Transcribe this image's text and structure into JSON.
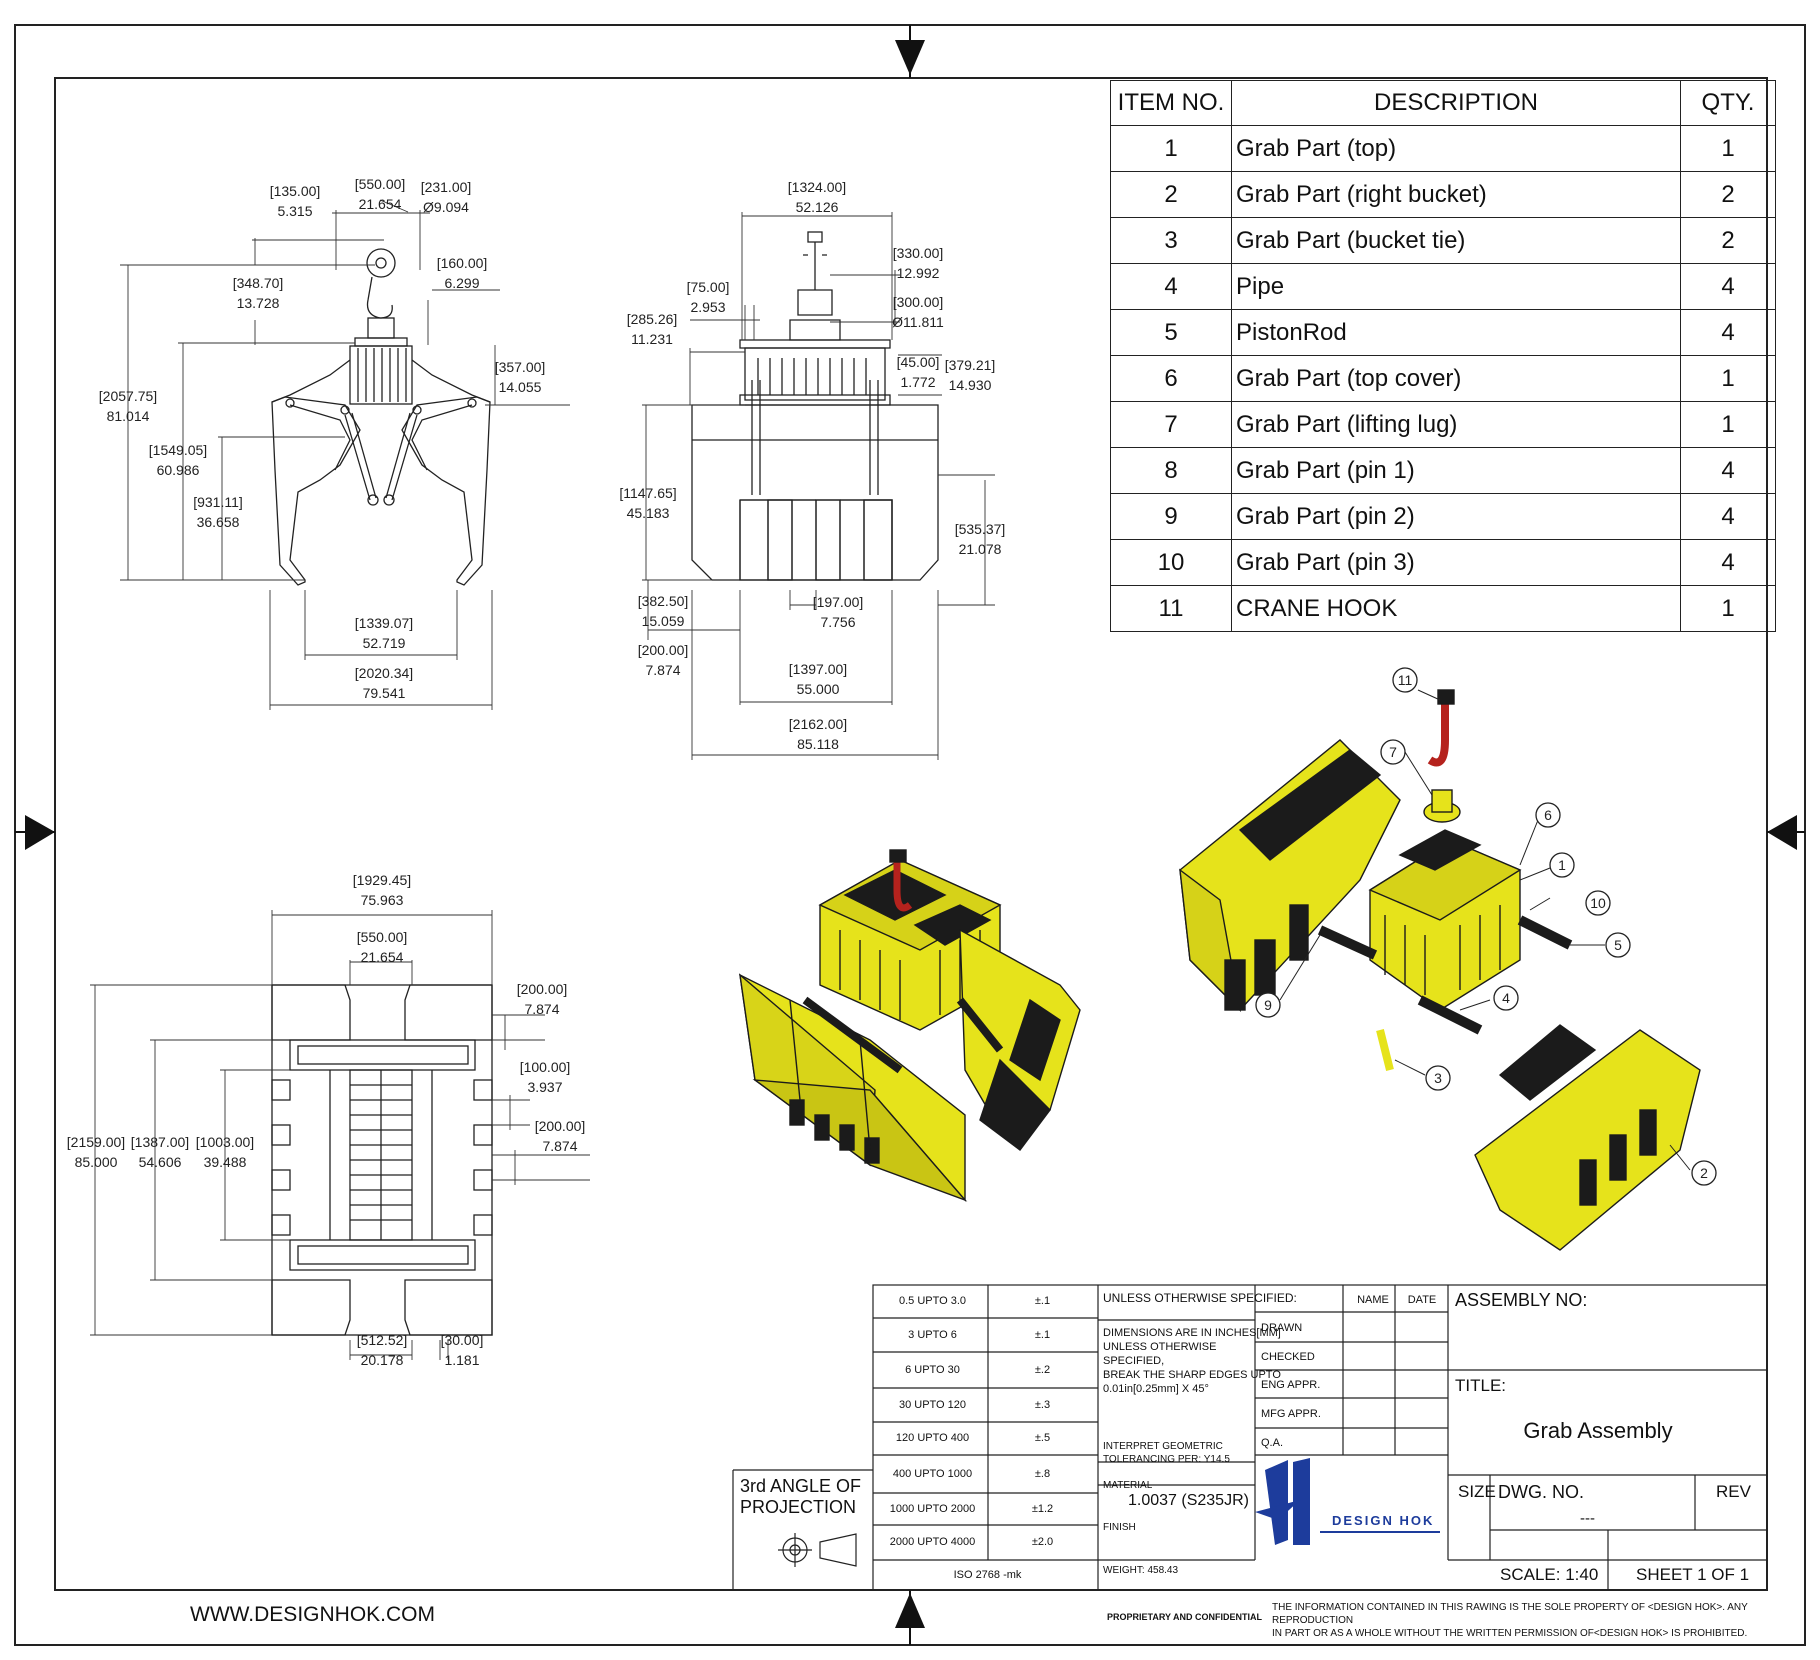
{
  "website": "WWW.DESIGNHOK.COM",
  "bom": {
    "headers": [
      "ITEM NO.",
      "DESCRIPTION",
      "QTY."
    ],
    "rows": [
      {
        "item": "1",
        "description": "Grab Part (top)",
        "qty": "1"
      },
      {
        "item": "2",
        "description": "Grab Part (right bucket)",
        "qty": "2"
      },
      {
        "item": "3",
        "description": "Grab Part (bucket tie)",
        "qty": "2"
      },
      {
        "item": "4",
        "description": "Pipe",
        "qty": "4"
      },
      {
        "item": "5",
        "description": "PistonRod",
        "qty": "4"
      },
      {
        "item": "6",
        "description": "Grab Part (top cover)",
        "qty": "1"
      },
      {
        "item": "7",
        "description": "Grab Part (lifting lug)",
        "qty": "1"
      },
      {
        "item": "8",
        "description": "Grab Part (pin 1)",
        "qty": "4"
      },
      {
        "item": "9",
        "description": "Grab Part (pin 2)",
        "qty": "4"
      },
      {
        "item": "10",
        "description": "Grab Part (pin 3)",
        "qty": "4"
      },
      {
        "item": "11",
        "description": "CRANE HOOK",
        "qty": "1"
      }
    ]
  },
  "front_view_dims": {
    "d135": [
      "[135.00]",
      "5.315"
    ],
    "d550": [
      "[550.00]",
      "21.654"
    ],
    "d231": [
      "[231.00]",
      "Ø9.094"
    ],
    "d160": [
      "[160.00]",
      "6.299"
    ],
    "d348": [
      "[348.70]",
      "13.728"
    ],
    "d357": [
      "[357.00]",
      "14.055"
    ],
    "d2057": [
      "[2057.75]",
      "81.014"
    ],
    "d1549": [
      "[1549.05]",
      "60.986"
    ],
    "d931": [
      "[931.11]",
      "36.658"
    ],
    "d1339": [
      "[1339.07]",
      "52.719"
    ],
    "d2020": [
      "[2020.34]",
      "79.541"
    ]
  },
  "side_view_dims": {
    "d1324": [
      "[1324.00]",
      "52.126"
    ],
    "d330": [
      "[330.00]",
      "12.992"
    ],
    "d300": [
      "[300.00]",
      "Ø11.811"
    ],
    "d75": [
      "[75.00]",
      "2.953"
    ],
    "d285": [
      "[285.26]",
      "11.231"
    ],
    "d45": [
      "[45.00]",
      "1.772"
    ],
    "d379": [
      "[379.21]",
      "14.930"
    ],
    "d1147": [
      "[1147.65]",
      "45.183"
    ],
    "d535": [
      "[535.37]",
      "21.078"
    ],
    "d382": [
      "[382.50]",
      "15.059"
    ],
    "d197": [
      "[197.00]",
      "7.756"
    ],
    "d200": [
      "[200.00]",
      "7.874"
    ],
    "d1397": [
      "[1397.00]",
      "55.000"
    ],
    "d2162": [
      "[2162.00]",
      "85.118"
    ]
  },
  "top_view_dims": {
    "d1929": [
      "[1929.45]",
      "75.963"
    ],
    "d550": [
      "[550.00]",
      "21.654"
    ],
    "d200a": [
      "[200.00]",
      "7.874"
    ],
    "d100": [
      "[100.00]",
      "3.937"
    ],
    "d200b": [
      "[200.00]",
      "7.874"
    ],
    "d2159": [
      "[2159.00]",
      "85.000"
    ],
    "d1387": [
      "[1387.00]",
      "54.606"
    ],
    "d1003": [
      "[1003.00]",
      "39.488"
    ],
    "d512": [
      "[512.52]",
      "20.178"
    ],
    "d30": [
      "[30.00]",
      "1.181"
    ]
  },
  "balloons": [
    "11",
    "7",
    "6",
    "1",
    "10",
    "5",
    "9",
    "4",
    "3",
    "2"
  ],
  "tolerances": [
    {
      "range": "0.5 UPTO 3.0",
      "tol": "±.1"
    },
    {
      "range": "3 UPTO 6",
      "tol": "±.1"
    },
    {
      "range": "6 UPTO 30",
      "tol": "±.2"
    },
    {
      "range": "30 UPTO 120",
      "tol": "±.3"
    },
    {
      "range": "120 UPTO 400",
      "tol": "±.5"
    },
    {
      "range": "400 UPTO 1000",
      "tol": "±.8"
    },
    {
      "range": "1000 UPTO 2000",
      "tol": "±1.2"
    },
    {
      "range": "2000 UPTO 4000",
      "tol": "±2.0"
    }
  ],
  "iso": "ISO 2768 -mk",
  "projection": [
    "3rd ANGLE OF",
    "PROJECTION"
  ],
  "notes": {
    "unless": "UNLESS OTHERWISE SPECIFIED:",
    "dims": [
      "DIMENSIONS ARE IN INCHES[MM]",
      "UNLESS OTHERWISE",
      "SPECIFIED,",
      "BREAK THE SHARP EDGES UPTO",
      "0.01in[0.25mm] X 45°"
    ],
    "interpret": [
      "INTERPRET GEOMETRIC",
      "TOLERANCING PER: Y14.5"
    ],
    "material_label": "MATERIAL",
    "material": "1.0037 (S235JR)",
    "finish": "FINISH",
    "weight": "WEIGHT: 458.43",
    "proprietary": "PROPRIETARY AND CONFIDENTIAL"
  },
  "approvals": {
    "name": "NAME",
    "date": "DATE",
    "rows": [
      "DRAWN",
      "CHECKED",
      "ENG APPR.",
      "MFG APPR.",
      "Q.A."
    ]
  },
  "logo_text": "DESIGN HOK",
  "title_block": {
    "assembly_no": "ASSEMBLY NO:",
    "title_label": "TITLE:",
    "title": "Grab Assembly",
    "size": "SIZE",
    "dwg_no": "DWG.  NO.",
    "dwg_value": "---",
    "rev": "REV",
    "scale": "SCALE: 1:40",
    "sheet": "SHEET 1 OF 1"
  },
  "disclaimer": [
    "THE INFORMATION CONTAINED IN THIS RAWING IS THE SOLE PROPERTY OF <DESIGN HOK>.  ANY REPRODUCTION",
    "IN PART OR AS A WHOLE WITHOUT THE WRITTEN PERMISSION OF<DESIGN HOK> IS PROHIBITED."
  ],
  "colors": {
    "body": "#e6e31b",
    "dark": "#1b1b1b",
    "hook": "#b5221d",
    "line": "#222222"
  }
}
